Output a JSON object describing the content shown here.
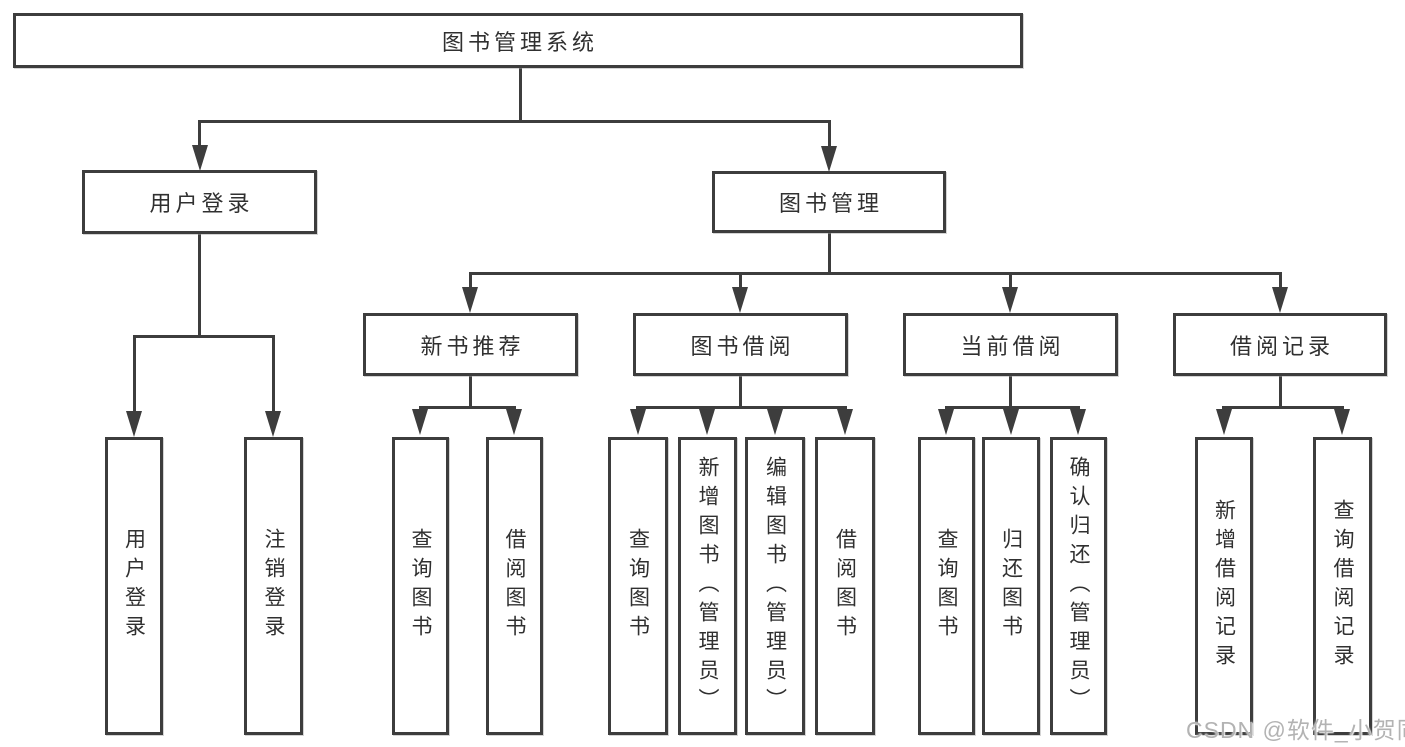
{
  "diagram": {
    "type": "tree",
    "title": "图书管理系统",
    "nodes": {
      "root": {
        "label": "图书管理系统"
      },
      "user_login": {
        "label": "用户登录"
      },
      "book_mgmt": {
        "label": "图书管理"
      },
      "new_book_rec": {
        "label": "新书推荐"
      },
      "book_borrow": {
        "label": "图书借阅"
      },
      "current_borrow": {
        "label": "当前借阅"
      },
      "borrow_record": {
        "label": "借阅记录"
      },
      "leaf_user_login": {
        "label": "用户登录"
      },
      "leaf_logout": {
        "label": "注销登录"
      },
      "leaf_query_book_rec": {
        "label": "查询图书"
      },
      "leaf_borrow_book_rec": {
        "label": "借阅图书"
      },
      "leaf_query_book_borrow": {
        "label": "查询图书"
      },
      "leaf_add_book_admin": {
        "label": "新增图书（管理员）"
      },
      "leaf_edit_book_admin": {
        "label": "编辑图书（管理员）"
      },
      "leaf_borrow_book_borrow": {
        "label": "借阅图书"
      },
      "leaf_query_book_current": {
        "label": "查询图书"
      },
      "leaf_return_book": {
        "label": "归还图书"
      },
      "leaf_confirm_return_admin": {
        "label": "确认归还（管理员）"
      },
      "leaf_add_borrow_record": {
        "label": "新增借阅记录"
      },
      "leaf_query_borrow_record": {
        "label": "查询借阅记录"
      }
    },
    "hierarchy": {
      "图书管理系统": {
        "用户登录": [
          "用户登录",
          "注销登录"
        ],
        "图书管理": {
          "新书推荐": [
            "查询图书",
            "借阅图书"
          ],
          "图书借阅": [
            "查询图书",
            "新增图书（管理员）",
            "编辑图书（管理员）",
            "借阅图书"
          ],
          "当前借阅": [
            "查询图书",
            "归还图书",
            "确认归还（管理员）"
          ],
          "借阅记录": [
            "新增借阅记录",
            "查询借阅记录"
          ]
        }
      }
    },
    "colors": {
      "line": "#3d3d3d",
      "text": "#303030",
      "background": "#ffffff",
      "watermark": "#b3b3b3"
    },
    "watermark": "CSDN @软件_小贺同学"
  }
}
